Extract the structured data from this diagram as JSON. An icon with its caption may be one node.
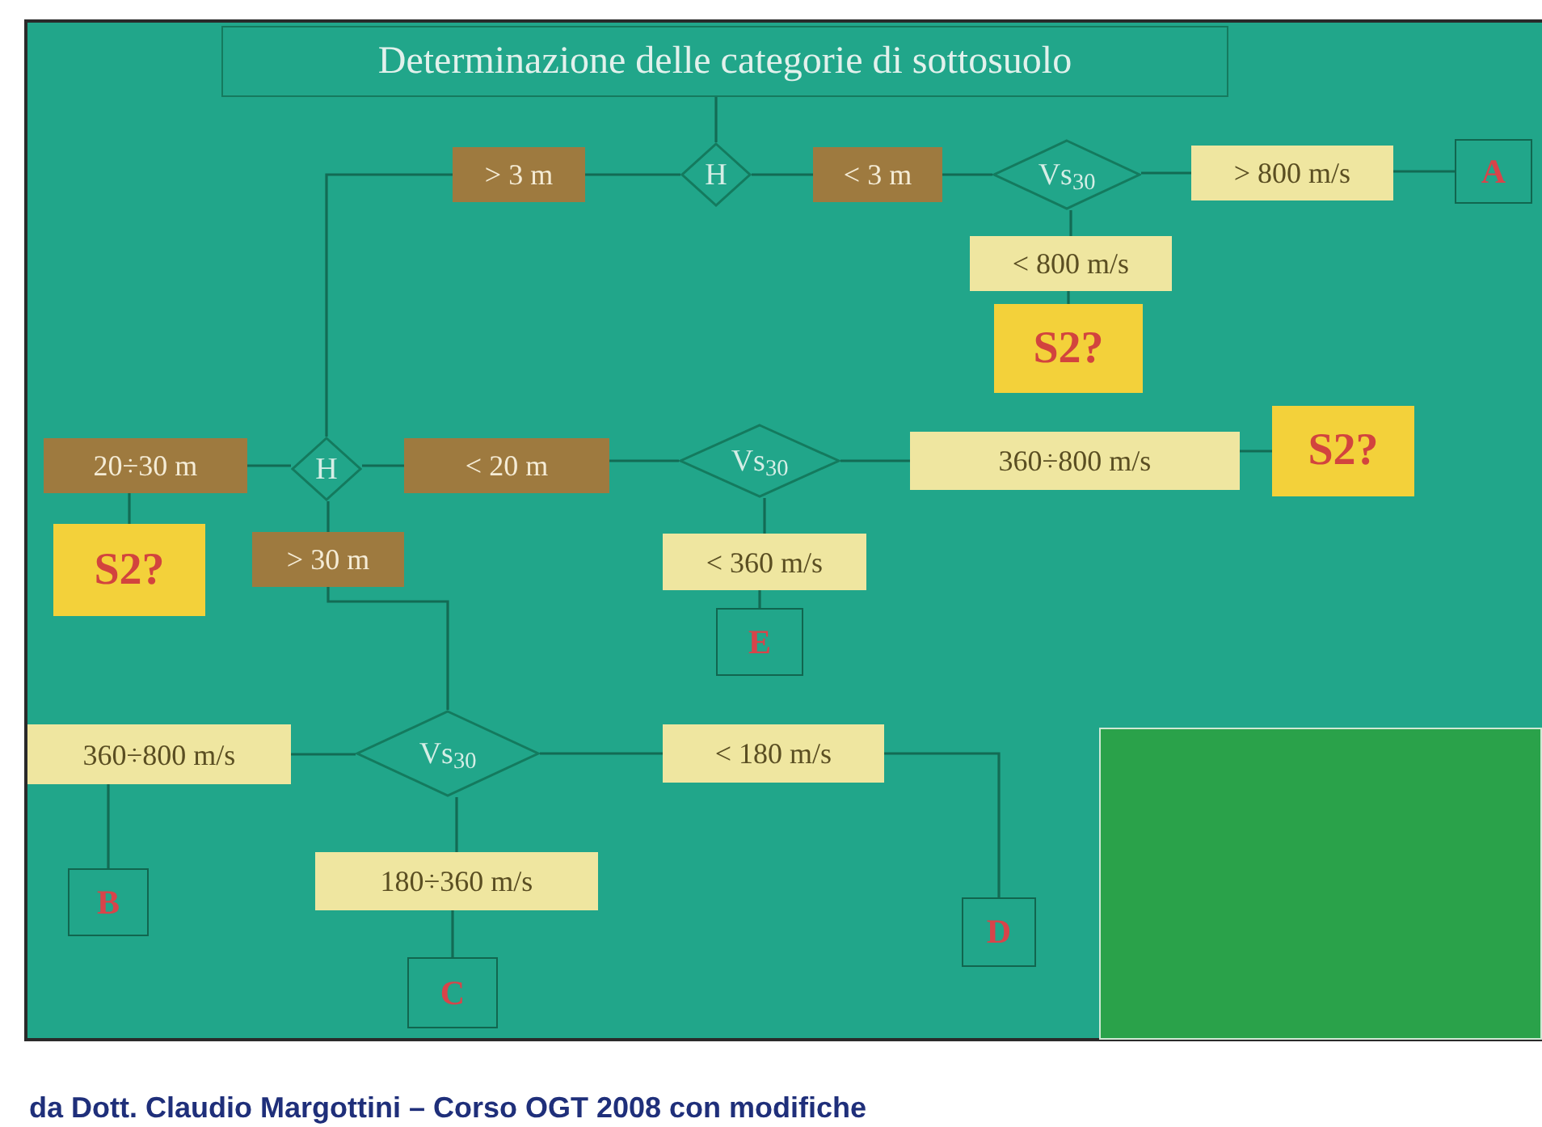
{
  "diagram": {
    "nodes": [
      {
        "text": [
          "Determinazione delle categorie di sottosuolo"
        ]
      },
      {
        "text": [
          "H"
        ]
      },
      {
        "text": [
          "> 3 m"
        ]
      },
      {
        "text": [
          "< 3 m"
        ]
      },
      {
        "text": [
          "Vs$_{30}$"
        ]
      },
      {
        "text": [
          "> 800 m/s"
        ]
      },
      {
        "text": [
          "A"
        ]
      },
      {
        "text": [
          "< 800 m/s"
        ]
      },
      {
        "text": [
          "S2?"
        ]
      },
      {
        "text": [
          "H"
        ]
      },
      {
        "text": [
          "20÷30 m"
        ]
      },
      {
        "text": [
          "S2?"
        ]
      },
      {
        "text": [
          "< 20 m"
        ]
      },
      {
        "text": [
          "Vs$_{30}$"
        ]
      },
      {
        "text": [
          "360÷800 m/s"
        ]
      },
      {
        "text": [
          "S2?"
        ]
      },
      {
        "text": [
          "> 30 m"
        ]
      },
      {
        "text": [
          "< 360 m/s"
        ]
      },
      {
        "text": [
          "E"
        ]
      },
      {
        "text": [
          "Vs$_{30}$"
        ]
      },
      {
        "text": [
          "360÷800 m/s"
        ]
      },
      {
        "text": [
          "B"
        ]
      },
      {
        "text": [
          "180÷360 m/s"
        ]
      },
      {
        "text": [
          "C"
        ]
      },
      {
        "text": [
          "< 180 m/s"
        ]
      },
      {
        "text": [
          "D"
        ]
      }
    ],
    "edges": [
      {
        "from": 0,
        "to": 1,
        "arrow": "none"
      },
      {
        "from": 1,
        "to": 2,
        "arrow": "none"
      },
      {
        "from": 2,
        "to": 9,
        "arrow": "none"
      },
      {
        "from": 1,
        "to": 3,
        "arrow": "none"
      },
      {
        "from": 3,
        "to": 4,
        "arrow": "none"
      },
      {
        "from": 4,
        "to": 5,
        "arrow": "none"
      },
      {
        "from": 5,
        "to": 6,
        "arrow": "none"
      },
      {
        "from": 4,
        "to": 7,
        "arrow": "none"
      },
      {
        "from": 7,
        "to": 8,
        "arrow": "none"
      },
      {
        "from": 9,
        "to": 10,
        "arrow": "none"
      },
      {
        "from": 10,
        "to": 11,
        "arrow": "none"
      },
      {
        "from": 9,
        "to": 12,
        "arrow": "none"
      },
      {
        "from": 12,
        "to": 13,
        "arrow": "none"
      },
      {
        "from": 13,
        "to": 14,
        "arrow": "none"
      },
      {
        "from": 14,
        "to": 15,
        "arrow": "none"
      },
      {
        "from": 13,
        "to": 17,
        "arrow": "none"
      },
      {
        "from": 17,
        "to": 18,
        "arrow": "none"
      },
      {
        "from": 9,
        "to": 16,
        "arrow": "none"
      },
      {
        "from": 16,
        "to": 19,
        "arrow": "none"
      },
      {
        "from": 19,
        "to": 20,
        "arrow": "none"
      },
      {
        "from": 20,
        "to": 21,
        "arrow": "none"
      },
      {
        "from": 19,
        "to": 22,
        "arrow": "none"
      },
      {
        "from": 22,
        "to": 23,
        "arrow": "none"
      },
      {
        "from": 19,
        "to": 24,
        "arrow": "none"
      },
      {
        "from": 24,
        "to": 25,
        "arrow": "none"
      }
    ],
    "caption": "da Dott. Claudio Margottini – Corso OGT 2008 con modifiche"
  }
}
